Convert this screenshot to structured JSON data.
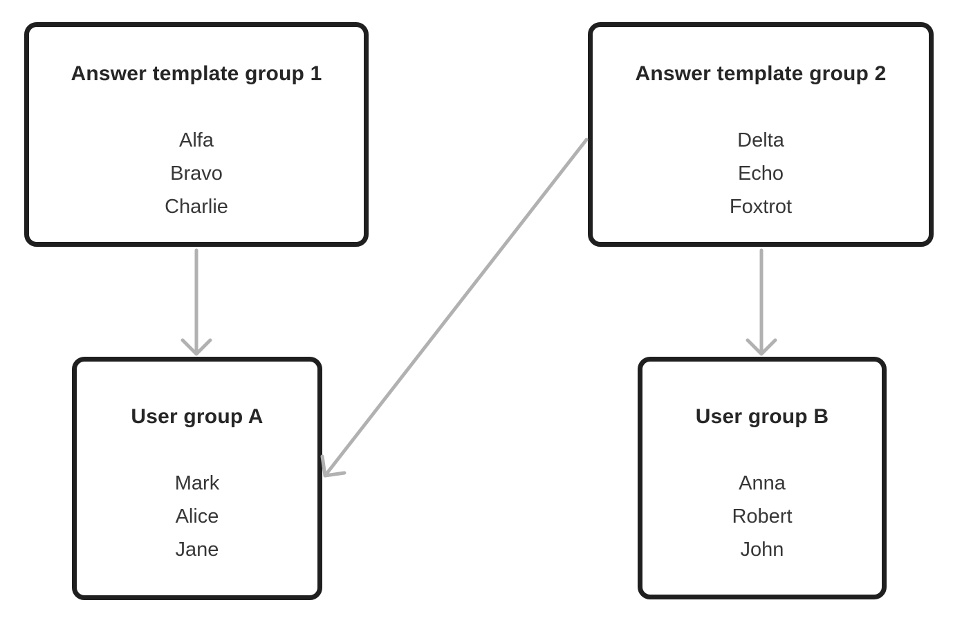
{
  "diagram": {
    "colors": {
      "page_background": "#ffffff",
      "box_border": "#1f1f1f",
      "box_background": "#ffffff",
      "arrow": "#b1b1b1",
      "title": "#262626",
      "item": "#373737"
    },
    "nodes": [
      {
        "id": "answer-template-group-1",
        "title": "Answer template group 1",
        "items": [
          "Alfa",
          "Bravo",
          "Charlie"
        ]
      },
      {
        "id": "answer-template-group-2",
        "title": "Answer template group 2",
        "items": [
          "Delta",
          "Echo",
          "Foxtrot"
        ]
      },
      {
        "id": "user-group-a",
        "title": "User group A",
        "items": [
          "Mark",
          "Alice",
          "Jane"
        ]
      },
      {
        "id": "user-group-b",
        "title": "User group B",
        "items": [
          "Anna",
          "Robert",
          "John"
        ]
      }
    ],
    "edges": [
      {
        "from": "answer-template-group-1",
        "to": "user-group-a"
      },
      {
        "from": "answer-template-group-2",
        "to": "user-group-b"
      },
      {
        "from": "answer-template-group-2",
        "to": "user-group-a"
      }
    ]
  }
}
